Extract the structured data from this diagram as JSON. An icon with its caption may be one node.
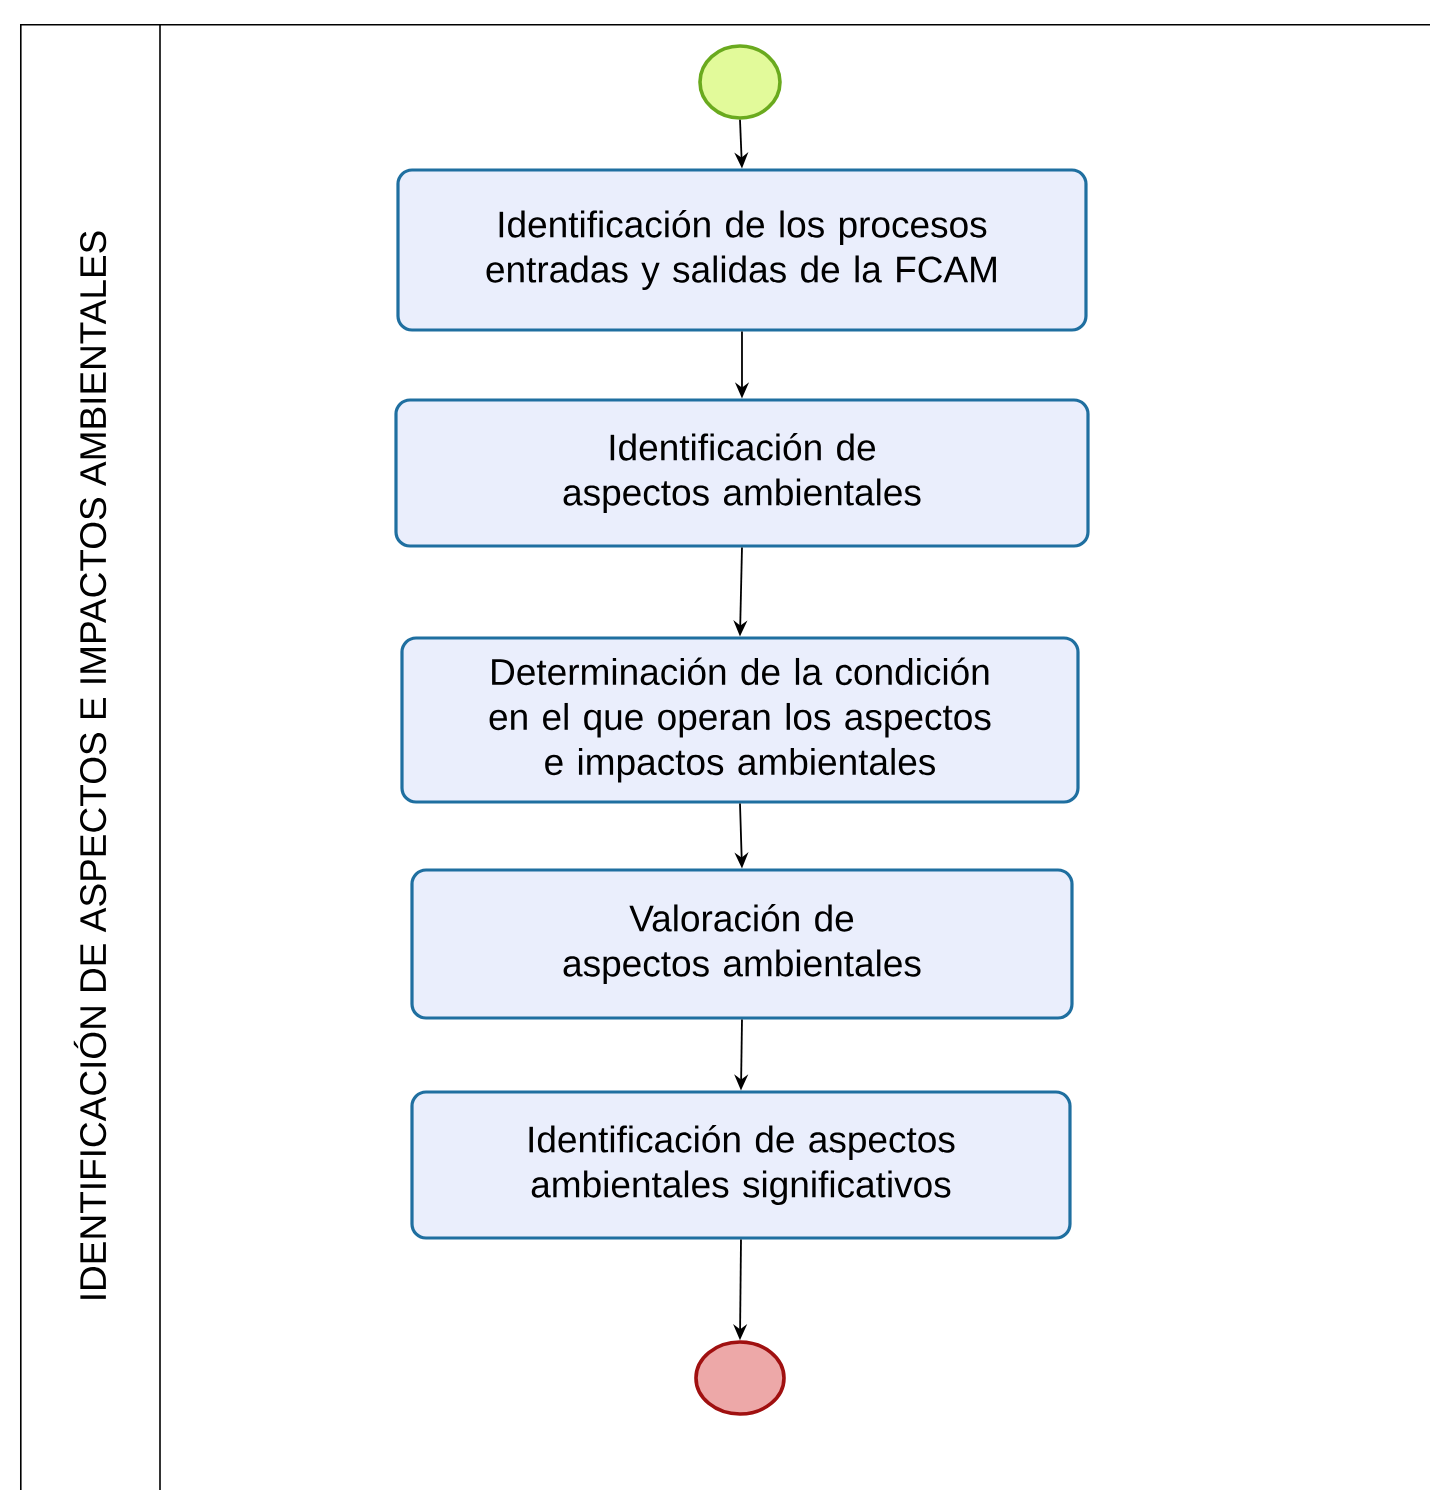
{
  "diagram": {
    "nodes": [
      {
        "text": [
          "IDENTIFICACIÓN DE ASPECTOS E IMPACTOS AMBIENTALES"
        ]
      },
      {
        "text": [],
        "shape": "circle",
        "in": 0
      },
      {
        "text": [
          "Identificación de los procesos entradas y salidas de la FCAM"
        ],
        "in": 0
      },
      {
        "text": [
          "Identificación de aspectos ambientales"
        ],
        "in": 0
      },
      {
        "text": [
          "Determinación de la condición en el que operan los aspectos e impactos ambientales"
        ],
        "in": 0
      },
      {
        "text": [
          "Valoración de aspectos ambientales"
        ],
        "in": 0
      },
      {
        "text": [
          "Identificación de aspectos ambientales significativos"
        ],
        "in": 0
      },
      {
        "text": [],
        "shape": "circle",
        "in": 0
      }
    ],
    "edges": [
      {
        "from": 1,
        "to": 2,
        "arrow": "to"
      },
      {
        "from": 2,
        "to": 3,
        "arrow": "to"
      },
      {
        "from": 3,
        "to": 4,
        "arrow": "to"
      },
      {
        "from": 4,
        "to": 5,
        "arrow": "to"
      },
      {
        "from": 5,
        "to": 6,
        "arrow": "to"
      },
      {
        "from": 6,
        "to": 7,
        "arrow": "to"
      }
    ]
  }
}
